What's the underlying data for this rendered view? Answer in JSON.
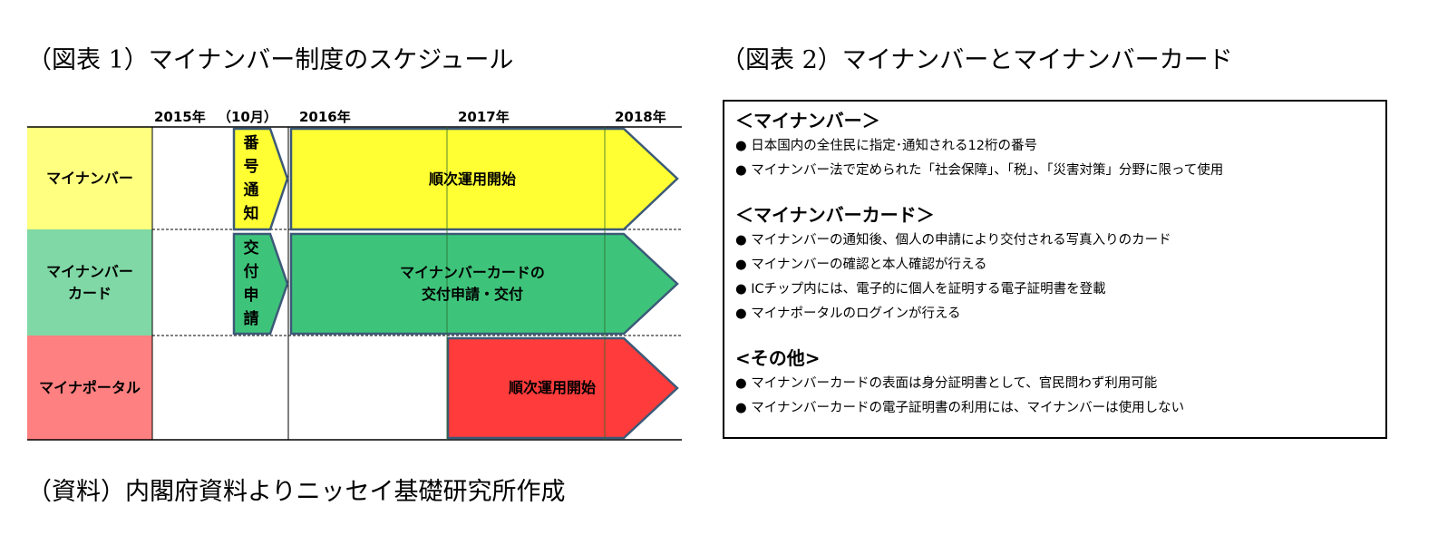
{
  "figure1": {
    "title": "（図表 1）マイナンバー制度のスケジュール",
    "years": [
      "2015年",
      "（10月）",
      "2016年",
      "2017年",
      "2018年"
    ],
    "rows": [
      {
        "label": "マイナンバー",
        "small_arrow": [
          "番",
          "号",
          "通",
          "知"
        ],
        "main_arrow": "順次運用開始",
        "color": "#ffff33",
        "label_color": "#ffff80"
      },
      {
        "label_lines": [
          "マイナンバー",
          "カード"
        ],
        "small_arrow": [
          "交",
          "付",
          "申",
          "請"
        ],
        "main_arrow_lines": [
          "マイナンバーカードの",
          "交付申請・交付"
        ],
        "color": "#3ec47a",
        "label_color": "#7fd8a5"
      },
      {
        "label": "マイナポータル",
        "main_arrow": "順次運用開始",
        "color": "#ff3b3b",
        "label_color": "#ff8080"
      }
    ]
  },
  "figure2": {
    "title": "（図表 2）マイナンバーとマイナンバーカード",
    "sections": [
      {
        "heading": "＜マイナンバー＞",
        "items": [
          "● 日本国内の全住民に指定･通知される12桁の番号",
          "● マイナンバー法で定められた「社会保障」、「税」、「災害対策」分野に限って使用"
        ]
      },
      {
        "heading": "＜マイナンバーカード＞",
        "items": [
          "● マイナンバーの通知後、個人の申請により交付される写真入りのカード",
          "● マイナンバーの確認と本人確認が行える",
          "● ICチップ内には、電子的に個人を証明する電子証明書を登載",
          "● マイナポータルのログインが行える"
        ]
      },
      {
        "heading": "<その他>",
        "items": [
          "● マイナンバーカードの表面は身分証明書として、官民問わず利用可能",
          "● マイナンバーカードの電子証明書の利用には、マイナンバーは使用しない"
        ]
      }
    ]
  },
  "source": "（資料）内閣府資料よりニッセイ基礎研究所作成"
}
